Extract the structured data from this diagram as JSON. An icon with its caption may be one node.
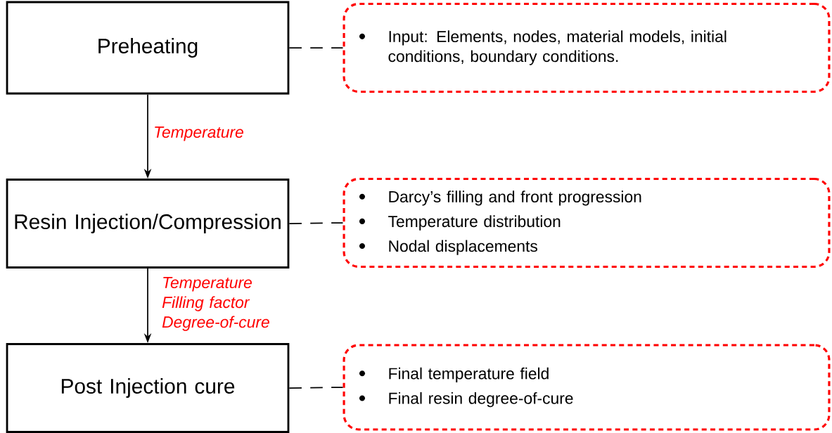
{
  "diagram": {
    "nodes": [
      {
        "text": [
          "Preheating"
        ]
      },
      {
        "text": [
          "Input: Elements, nodes, material models, initial conditions, boundary conditions."
        ]
      },
      {
        "text": [
          "Resin Injection/Compression"
        ]
      },
      {
        "text": [
          "Darcy’s filling and front progression",
          "Temperature distribution",
          "Nodal displacements"
        ]
      },
      {
        "text": [
          "Post Injection cure"
        ]
      },
      {
        "text": [
          "Final temperature field",
          "Final resin degree-of-cure"
        ]
      }
    ],
    "edges": [
      {
        "from": 0,
        "to": 2,
        "arrow": "to",
        "label": "Temperature"
      },
      {
        "from": 2,
        "to": 4,
        "arrow": "to",
        "label": "Temperature Filling factor Degree-of-cure"
      },
      {
        "from": 0,
        "to": 1,
        "arrow": "none",
        "style": "dashed"
      },
      {
        "from": 2,
        "to": 3,
        "arrow": "none",
        "style": "dashed"
      },
      {
        "from": 4,
        "to": 5,
        "arrow": "none",
        "style": "dashed"
      }
    ]
  }
}
